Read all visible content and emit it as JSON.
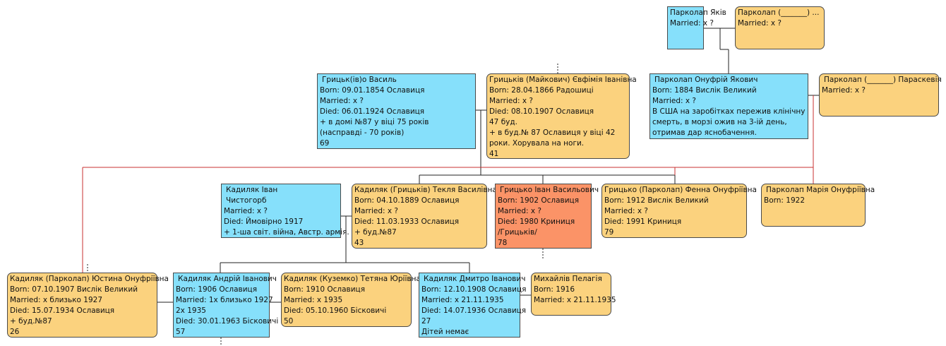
{
  "people": [
    {
      "id": "yakiv",
      "name": "Парколап Яків",
      "lines": [
        "Married: x ?"
      ]
    },
    {
      "id": "yakiv_wife",
      "name": "Парколап (_______) ...",
      "lines": [
        "Married: x ?"
      ]
    },
    {
      "id": "vasyl",
      "name": "Грицьк(ів)о Василь",
      "lines": [
        "Born: 09.01.1854 Ославиця",
        "Married: x ?",
        "Died: 06.01.1924 Ославиця",
        "+ в домі №87 у віці 75 років (насправді - 70 років)",
        "69"
      ]
    },
    {
      "id": "yevfymia",
      "name": "Грицьків (Майкович) Євфімія Іванівна",
      "lines": [
        "Born: 28.04.1866 Радошиці",
        "Married: x ?",
        "Died: 08.10.1907 Ославиця",
        "47 буд.",
        "+ в буд.№ 87 Ославиця у віці 42 роки. Хорувала на ноги.",
        "41"
      ]
    },
    {
      "id": "onufriy",
      "name": "Парколап Онуфрій Якович",
      "lines": [
        "Born: 1884 Вислік Великий",
        "Married: x ?",
        "В США на заробітках пережив клінічну смерть, в морзі ожив на 3-ій день, отримав дар яснобачення."
      ]
    },
    {
      "id": "paraskevia",
      "name": "Парколап (_______) Параскевія",
      "lines": [
        "Married: x ?"
      ]
    },
    {
      "id": "ivan_k",
      "name": "Кадиляк Іван Чистогорб",
      "lines": [
        "Married: x ?",
        "Died: Ймовірно 1917",
        "+ 1-ша світ. війна, Австр. армія."
      ]
    },
    {
      "id": "teklia",
      "name": "Кадиляк (Грицьків) Текля Василівна",
      "lines": [
        "Born: 04.10.1889 Ославиця",
        "Married: x ?",
        "Died: 11.03.1933 Ославиця",
        "+ буд.№87",
        "43"
      ]
    },
    {
      "id": "ivan_h",
      "name": "Грицько Іван Васильович",
      "lines": [
        "Born: 1902 Ославиця",
        "Married: x ?",
        "Died: 1980 Криниця",
        "/Грицьків/",
        "78"
      ]
    },
    {
      "id": "fenna",
      "name": "Грицько (Парколап) Фенна Онуфріївна",
      "lines": [
        "Born: 1912 Вислік Великий",
        "Married: x ?",
        "Died: 1991 Криниця",
        "79"
      ]
    },
    {
      "id": "mariya",
      "name": "Парколап Марія Онуфріївна",
      "lines": [
        "Born: 1922"
      ]
    },
    {
      "id": "yustyna",
      "name": "Кадиляк (Парколап) Юстина Онуфріївна",
      "lines": [
        "Born: 07.10.1907 Вислік Великий",
        "Married: x близько 1927",
        "Died: 15.07.1934 Ославиця",
        "+ буд.№87",
        "26"
      ]
    },
    {
      "id": "andriy",
      "name": "Кадиляк Андрій Іванович",
      "lines": [
        "Born: 1906 Ославиця",
        "Married: 1x близько 1927",
        "2x 1935",
        "Died: 30.01.1963 Бісковичі",
        "57"
      ]
    },
    {
      "id": "tetiana",
      "name": "Кадиляк (Куземко) Тетяна Юріївна",
      "lines": [
        "Born: 1910 Ославиця",
        "Married: x 1935",
        "Died: 05.10.1960 Бісковичі",
        "50"
      ]
    },
    {
      "id": "dmytro",
      "name": "Кадиляк Дмитро Іванович",
      "lines": [
        "Born: 12.10.1908 Ославиця",
        "Married: x 21.11.1935",
        "Died: 14.07.1936 Ославиця",
        "27",
        "Дітей немає"
      ]
    },
    {
      "id": "pelagia",
      "name": "Михайлів Пелагія",
      "lines": [
        "Born: 1916",
        "Married: x 21.11.1935"
      ]
    }
  ],
  "colors": {
    "male": "#86e0fb",
    "female": "#fbd27e",
    "highlight": "#fb9367",
    "line": "#222222",
    "link": "#c83232"
  }
}
